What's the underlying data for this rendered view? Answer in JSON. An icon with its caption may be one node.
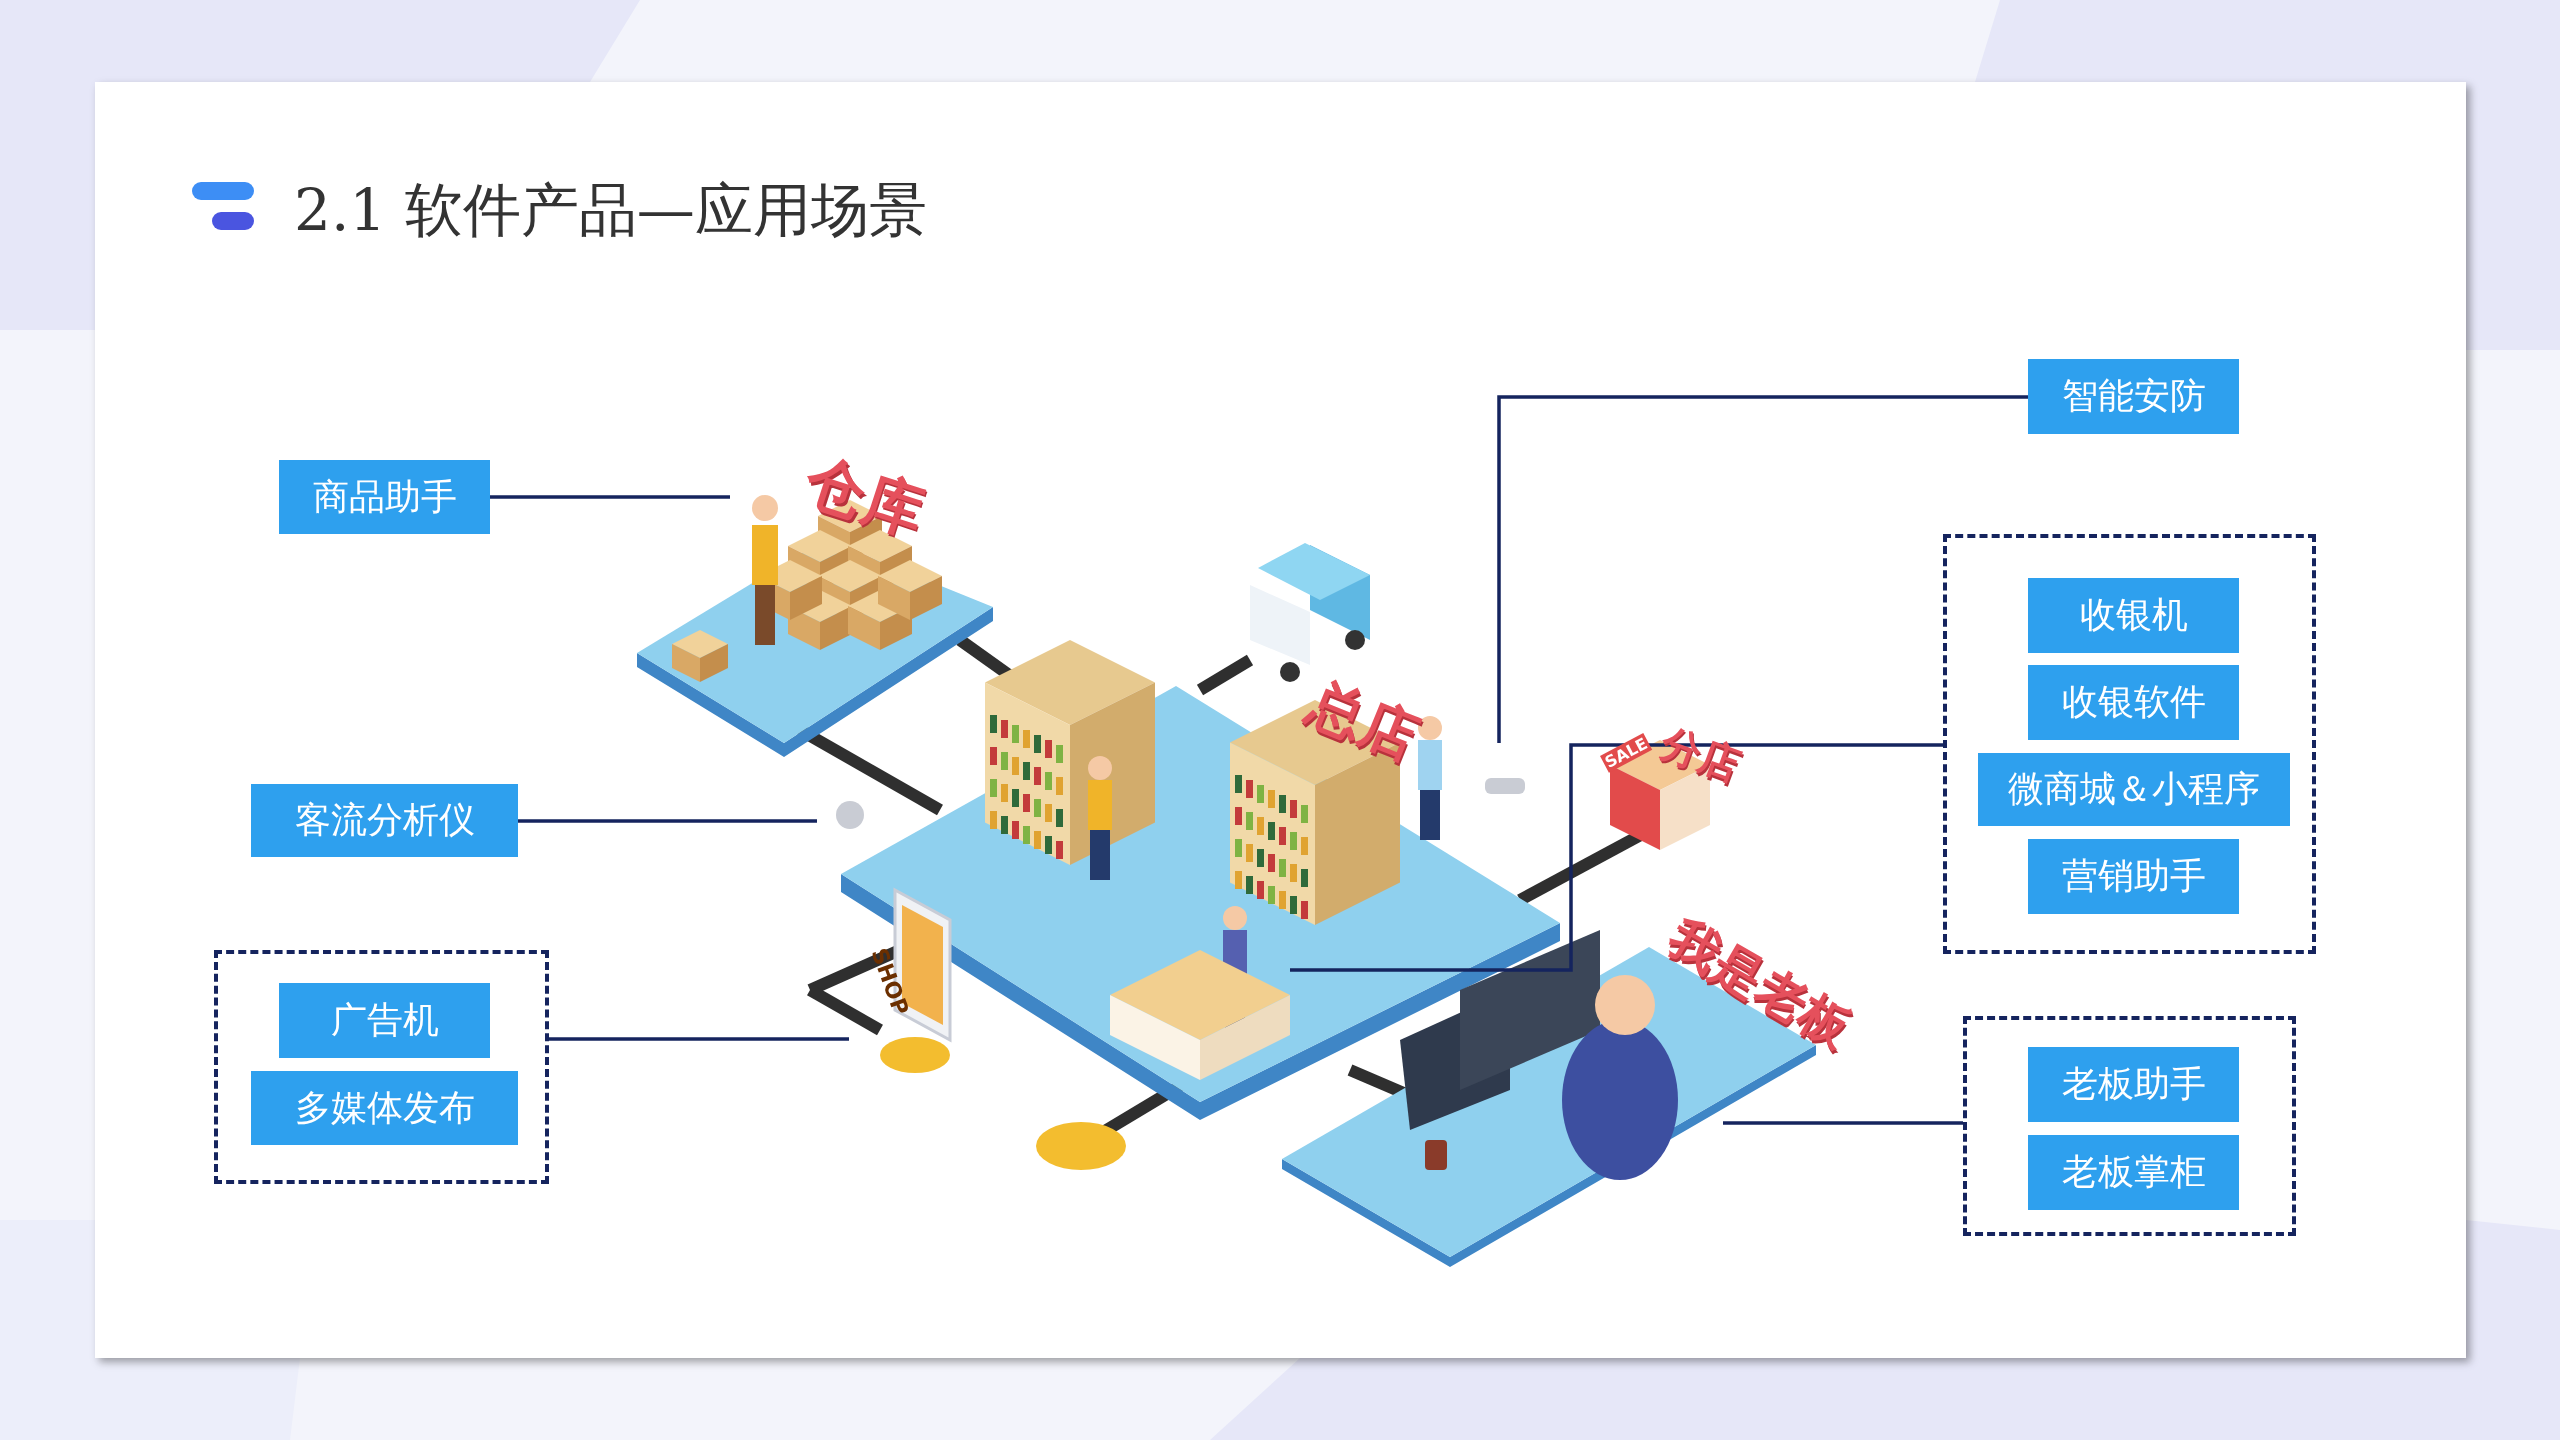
{
  "diagram": {
    "title": "2.1 软件产品—应用场景",
    "nodes": [
      {
        "text": [
          "商品助手"
        ]
      },
      {
        "text": [
          "客流分析仪"
        ]
      },
      {
        "text": [],
        "shape": "box"
      },
      {
        "text": [
          "广告机"
        ],
        "in": 2
      },
      {
        "text": [
          "多媒体发布"
        ],
        "in": 2
      },
      {
        "text": [
          "智能安防"
        ]
      },
      {
        "text": [],
        "shape": "box"
      },
      {
        "text": [
          "收银机"
        ],
        "in": 6
      },
      {
        "text": [
          "收银软件"
        ],
        "in": 6
      },
      {
        "text": [
          "微商城＆小程序"
        ],
        "in": 6
      },
      {
        "text": [
          "营销助手"
        ],
        "in": 6
      },
      {
        "text": [],
        "shape": "box"
      },
      {
        "text": [
          "老板助手"
        ],
        "in": 11
      },
      {
        "text": [
          "老板掌柜"
        ],
        "in": 11
      }
    ],
    "edges": [
      {
        "from": 0,
        "to": null,
        "arrow": "none"
      },
      {
        "from": 1,
        "to": null,
        "arrow": "none"
      },
      {
        "from": 2,
        "to": null,
        "arrow": "none"
      },
      {
        "from": 5,
        "to": null,
        "arrow": "none"
      },
      {
        "from": 6,
        "to": null,
        "arrow": "none"
      },
      {
        "from": 11,
        "to": null,
        "arrow": "none"
      }
    ],
    "labels": [
      "仓库",
      "总店",
      "分店",
      "SALE",
      "SHOP",
      "我是老板"
    ]
  }
}
